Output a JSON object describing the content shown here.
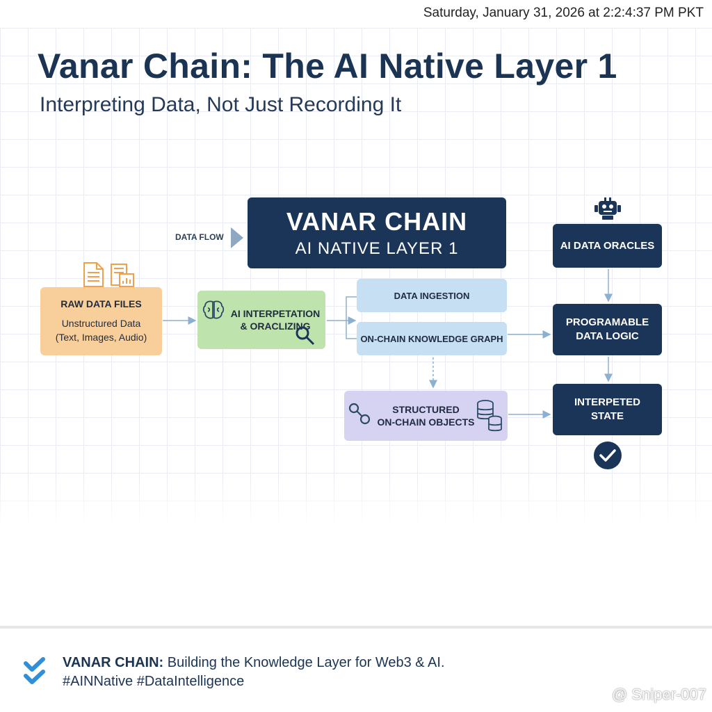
{
  "timestamp": "Saturday, January 31, 2026 at 2:2:4:37 PM PKT",
  "title": "Vanar Chain: The AI Native Layer 1",
  "subtitle": "Interpreting Data, Not Just Recording It",
  "diagram": {
    "main_block": {
      "title": "VANAR CHAIN",
      "subtitle": "AI NATIVE LAYER 1"
    },
    "flow_label": "DATA FLOW",
    "raw_data": {
      "heading": "RAW DATA FILES",
      "desc_line1": "Unstructured Data",
      "desc_line2": "(Text, Images, Audio)"
    },
    "ai_interpretation": {
      "line1": "AI INTERPETATION",
      "line2": "& ORACLIZING"
    },
    "data_ingestion": "DATA INGESTION",
    "knowledge_graph": "ON-CHAIN KNOWLEDGE GRAPH",
    "structured": {
      "line1": "STRUCTURED",
      "line2": "ON-CHAIN OBJECTS"
    },
    "oracles": "AI DATA ORACLES",
    "programmable": {
      "line1": "PROGRAMABLE",
      "line2": "DATA LOGIC"
    },
    "interpreted_state": {
      "line1": "INTERPETED",
      "line2": "STATE"
    }
  },
  "footer": {
    "brand": "VANAR CHAIN:",
    "tagline": " Building the Knowledge Layer for Web3 & AI.",
    "hashtags": "#AINNative #DataIntelligence"
  },
  "watermark": "@ Sniper-007",
  "colors": {
    "navy": "#1b3558",
    "orange": "#f8cf9a",
    "green": "#bfe3ad",
    "light_blue": "#c6dff2",
    "lavender": "#d5d3f1",
    "connector": "#8cb0d0",
    "check_blue": "#2f8fd8"
  }
}
